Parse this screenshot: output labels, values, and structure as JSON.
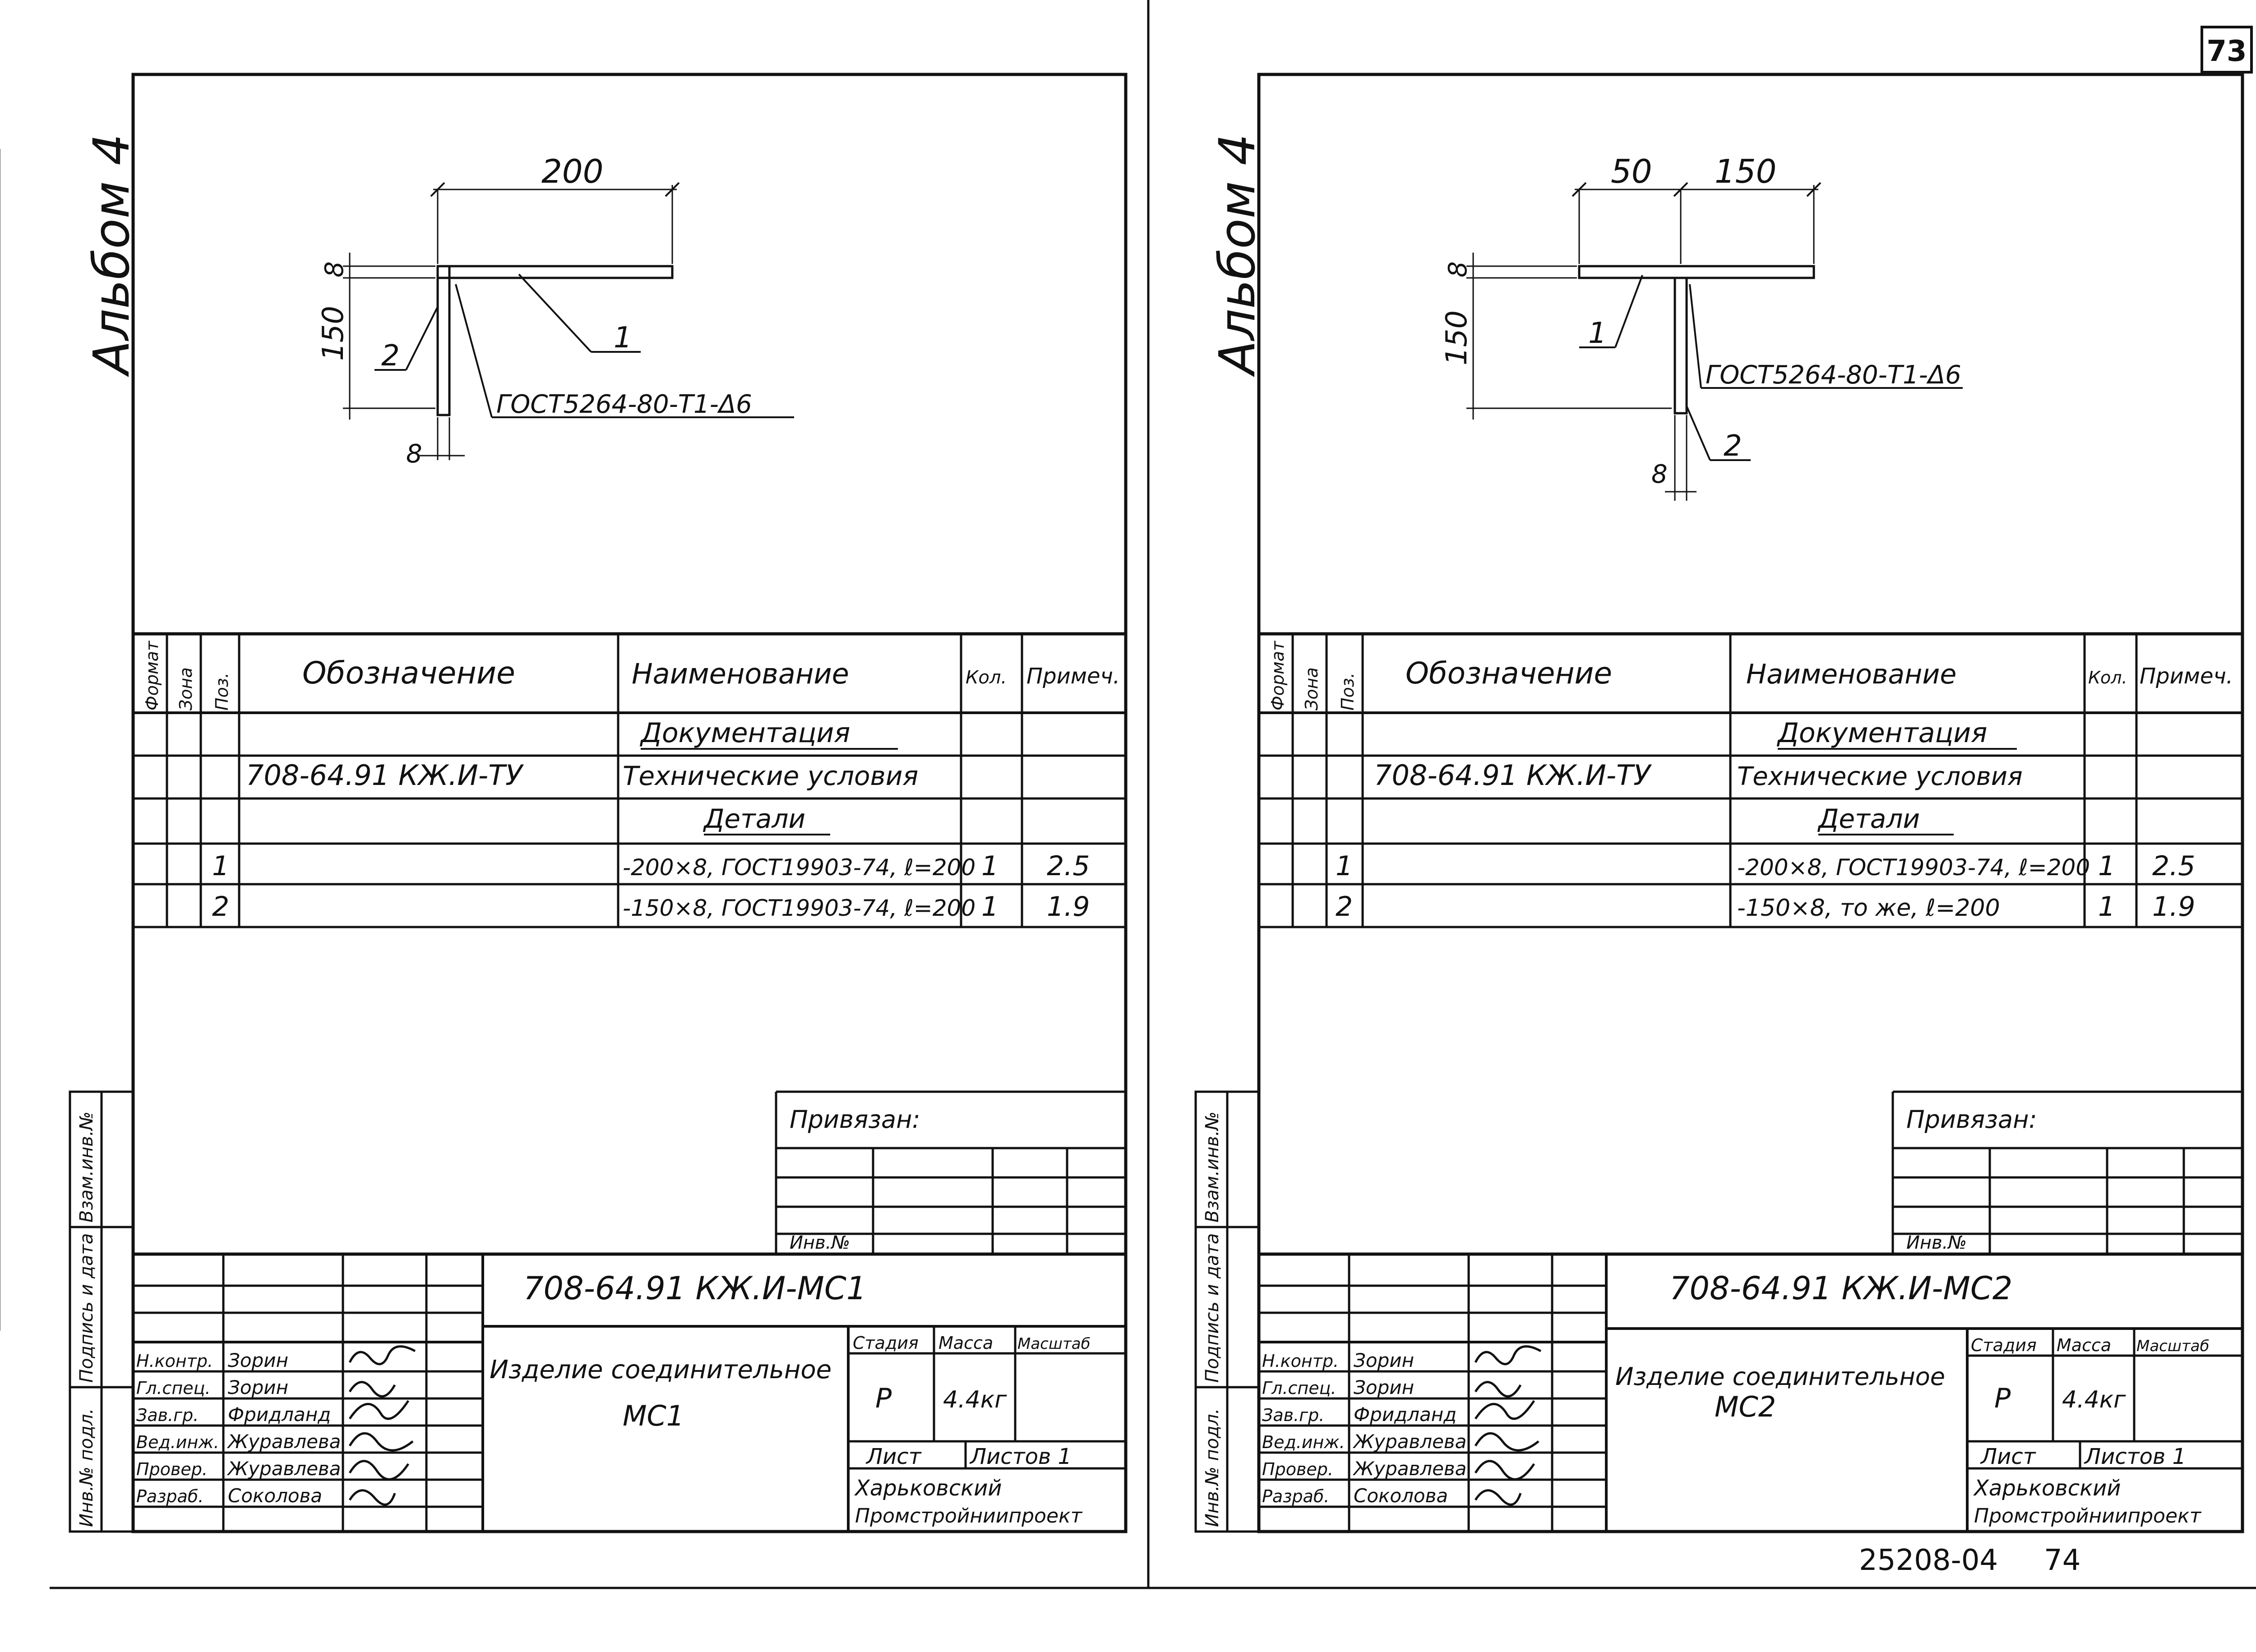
{
  "page_number": "73",
  "footer_number": "25208-04",
  "footer_page": "74",
  "album_label": "Альбом 4",
  "sheets": [
    {
      "drawing": {
        "dim_top": "200",
        "dim_thickness_top": "8",
        "dim_height": "150",
        "dim_thickness_bottom": "8",
        "pos1": "1",
        "pos2": "2",
        "weld_note": "ГОСТ5264-80-Т1-Δ6"
      },
      "spec": {
        "headers": {
          "format": "Формат",
          "zone": "Зона",
          "pos": "Поз.",
          "designation": "Обозначение",
          "name": "Наименование",
          "qty": "Кол.",
          "note": "Примеч."
        },
        "section_documentation": "Документация",
        "doc_designation": "708-64.91 КЖ.И-ТУ",
        "doc_name": "Технические условия",
        "section_details": "Детали",
        "rows": [
          {
            "pos": "1",
            "name": "-200×8, ГОСТ19903-74, ℓ=200",
            "qty": "1",
            "note": "2.5"
          },
          {
            "pos": "2",
            "name": "-150×8, ГОСТ19903-74, ℓ=200",
            "qty": "1",
            "note": "1.9"
          }
        ]
      },
      "stamp": {
        "privyazan": "Привязан:",
        "inv_no": "Инв.№",
        "side_labels": [
          "Инв.№ подл.",
          "Подпись и дата",
          "Взам.инв.№"
        ],
        "code": "708-64.91  КЖ.И-МС1",
        "item_name_line1": "Изделие соединительное",
        "item_name_line2": "МС1",
        "stage_label": "Стадия",
        "mass_label": "Масса",
        "scale_label": "Масштаб",
        "stage": "Р",
        "mass": "4.4кг",
        "sheet_label": "Лист",
        "sheets_label": "Листов 1",
        "org_line1": "Харьковский",
        "org_line2": "Промстройниипроект",
        "people": [
          {
            "role": "Н.контр.",
            "name": "Зорин"
          },
          {
            "role": "Гл.спец.",
            "name": "Зорин"
          },
          {
            "role": "Зав.гр.",
            "name": "Фридланд"
          },
          {
            "role": "Вед.инж.",
            "name": "Журавлева"
          },
          {
            "role": "Провер.",
            "name": "Журавлева"
          },
          {
            "role": "Разраб.",
            "name": "Соколова"
          }
        ]
      }
    },
    {
      "drawing": {
        "dim_top_left": "50",
        "dim_top_right": "150",
        "dim_thickness_top": "8",
        "dim_height": "150",
        "dim_thickness_bottom": "8",
        "pos1": "1",
        "pos2": "2",
        "weld_note": "ГОСТ5264-80-Т1-Δ6"
      },
      "spec": {
        "headers": {
          "format": "Формат",
          "zone": "Зона",
          "pos": "Поз.",
          "designation": "Обозначение",
          "name": "Наименование",
          "qty": "Кол.",
          "note": "Примеч."
        },
        "section_documentation": "Документация",
        "doc_designation": "708-64.91 КЖ.И-ТУ",
        "doc_name": "Технические условия",
        "section_details": "Детали",
        "rows": [
          {
            "pos": "1",
            "name": "-200×8, ГОСТ19903-74, ℓ=200",
            "qty": "1",
            "note": "2.5"
          },
          {
            "pos": "2",
            "name": "-150×8, то же, ℓ=200",
            "qty": "1",
            "note": "1.9"
          }
        ]
      },
      "stamp": {
        "privyazan": "Привязан:",
        "inv_no": "Инв.№",
        "side_labels": [
          "Инв.№ подл.",
          "Подпись и дата",
          "Взам.инв.№"
        ],
        "code": "708-64.91  КЖ.И-МС2",
        "item_name_line1": "Изделие соединительное",
        "item_name_line2": "МС2",
        "stage_label": "Стадия",
        "mass_label": "Масса",
        "scale_label": "Масштаб",
        "stage": "Р",
        "mass": "4.4кг",
        "sheet_label": "Лист",
        "sheets_label": "Листов 1",
        "org_line1": "Харьковский",
        "org_line2": "Промстройниипроект",
        "people": [
          {
            "role": "Н.контр.",
            "name": "Зорин"
          },
          {
            "role": "Гл.спец.",
            "name": "Зорин"
          },
          {
            "role": "Зав.гр.",
            "name": "Фридланд"
          },
          {
            "role": "Вед.инж.",
            "name": "Журавлева"
          },
          {
            "role": "Провер.",
            "name": "Журавлева"
          },
          {
            "role": "Разраб.",
            "name": "Соколова"
          }
        ]
      }
    }
  ]
}
